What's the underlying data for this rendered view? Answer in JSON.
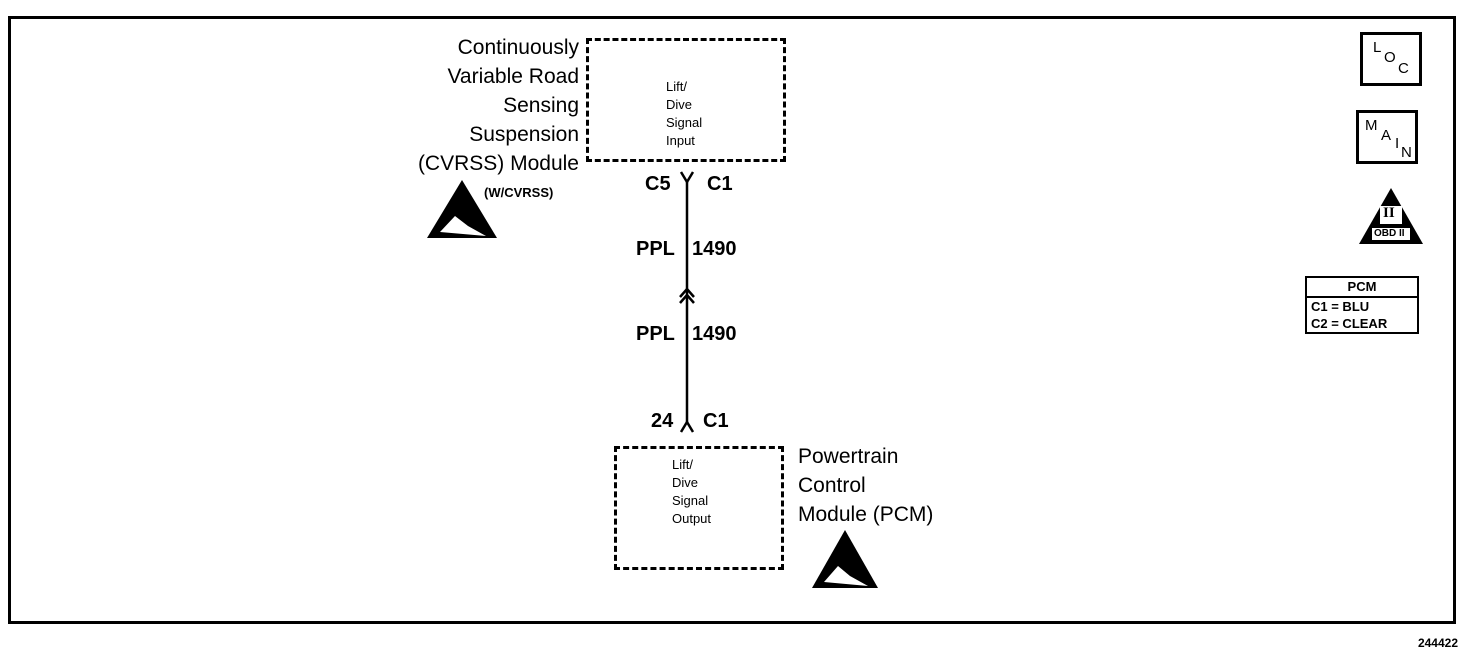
{
  "module_top": {
    "name_lines": [
      "Continuously",
      "Variable Road",
      "Sensing",
      "Suspension",
      "(CVRSS) Module"
    ],
    "option_note": "(W/CVRSS)",
    "signal_lines": [
      "Lift/",
      "Dive",
      "Signal",
      "Input"
    ],
    "pin_left": "C5",
    "pin_right": "C1"
  },
  "wire_upper": {
    "color": "PPL",
    "circuit": "1490"
  },
  "wire_lower": {
    "color": "PPL",
    "circuit": "1490"
  },
  "module_bottom": {
    "name_lines": [
      "Powertrain",
      "Control",
      "Module (PCM)"
    ],
    "signal_lines": [
      "Lift/",
      "Dive",
      "Signal",
      "Output"
    ],
    "pin_left": "24",
    "pin_right": "C1"
  },
  "side_buttons": {
    "loc": {
      "letters": [
        "L",
        "O",
        "C"
      ]
    },
    "main": {
      "letters": [
        "M",
        "A",
        "I",
        "N"
      ]
    },
    "obd": {
      "numeral": "II",
      "text": "OBD II"
    }
  },
  "pcm_connectors": {
    "title": "PCM",
    "rows": [
      "C1 = BLU",
      "C2 = CLEAR"
    ]
  },
  "figure_number": "244422"
}
